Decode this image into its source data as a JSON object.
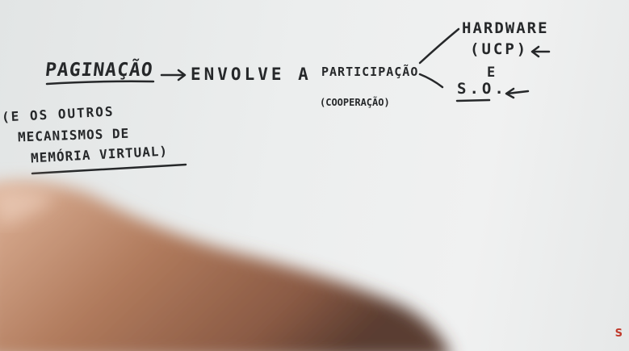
{
  "whiteboard": {
    "paginacao": "PAGINAÇÃO",
    "envolve": "ENVOLVE A",
    "participacao": "PARTICIPAÇÃO",
    "cooperacao": "(COOPERAÇÃO)",
    "hardware": "HARDWARE",
    "ucp": "(UCP)",
    "e": "E",
    "so": "S.O.",
    "note_line1": "(E OS OUTROS",
    "note_line2": "MECANISMOS DE",
    "note_line3": "MEMÓRIA VIRTUAL)"
  },
  "colors": {
    "ink": "#26282a",
    "board": "#eceeee",
    "skin": "#b07a5c"
  }
}
